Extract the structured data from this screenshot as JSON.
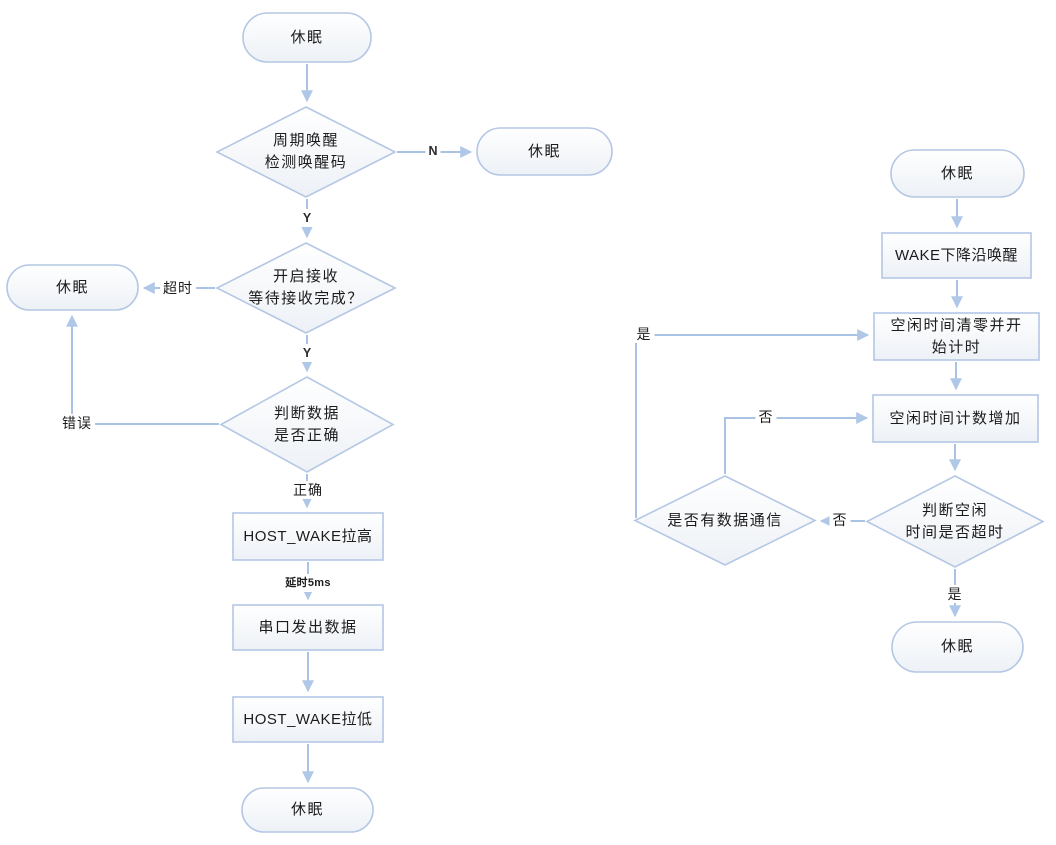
{
  "colors": {
    "line": "#aac3e4",
    "shape_border": "#b4c7e4",
    "shape_fill_top": "#ffffff",
    "shape_fill_bottom": "#edf1f6",
    "text": "#1c1c1c"
  },
  "left_flow": {
    "start_label": "休眠",
    "decision_wake_check": "周期唤醒\n检测唤醒码",
    "label_n": "N",
    "sleep_after_n": "休眠",
    "label_y1": "Y",
    "decision_receive": "开启接收\n等待接收完成？",
    "label_timeout": "超时",
    "sleep_after_timeout": "休眠",
    "label_y2": "Y",
    "decision_data_ok": "判断数据\n是否正确",
    "label_error": "错误",
    "label_correct": "正确",
    "process_host_wake_high": "HOST_WAKE拉高",
    "label_delay": "延时5ms",
    "process_uart_send": "串口发出数据",
    "process_host_wake_low": "HOST_WAKE拉低",
    "end_label": "休眠"
  },
  "right_flow": {
    "start_label": "休眠",
    "process_wake_falling_edge": "WAKE下降沿唤醒",
    "process_idle_reset": "空闲时间清零并开\n始计时",
    "process_idle_increment": "空闲时间计数增加",
    "decision_idle_timeout": "判断空闲\n时间是否超时",
    "label_no_1": "否",
    "decision_data_comm": "是否有数据通信",
    "label_no_2": "否",
    "label_yes_1": "是",
    "label_yes_2": "是",
    "end_label": "休眠"
  }
}
